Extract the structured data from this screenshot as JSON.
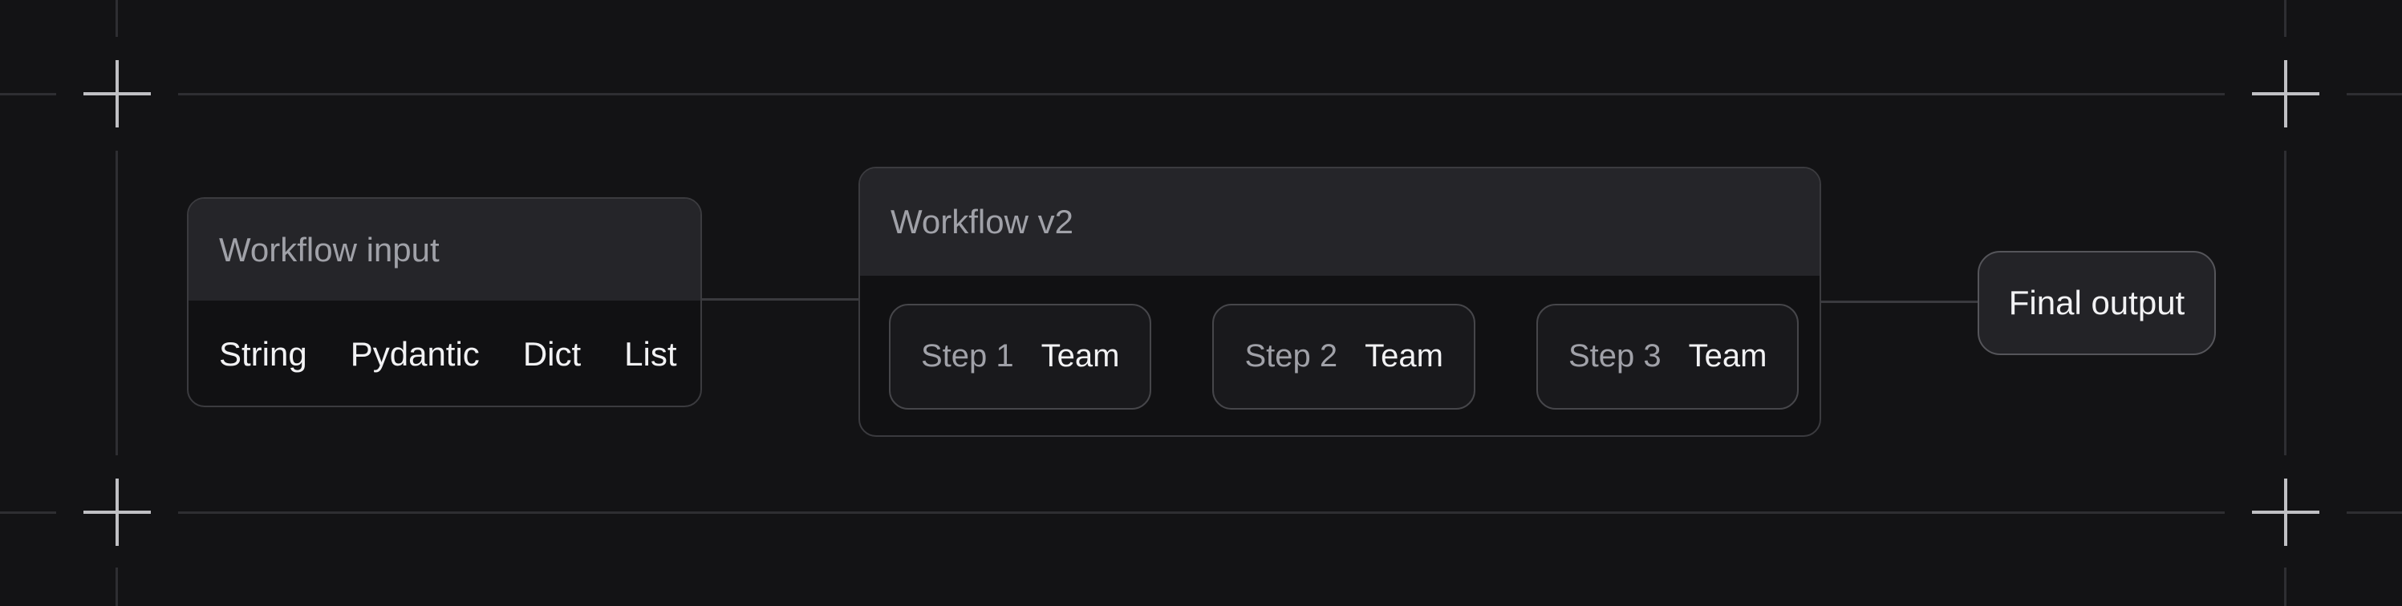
{
  "diagram": {
    "workflow_input": {
      "title": "Workflow input",
      "items": [
        "String",
        "Pydantic",
        "Dict",
        "List"
      ]
    },
    "workflow_v2": {
      "title": "Workflow v2",
      "steps": [
        {
          "label": "Step 1",
          "type": "Team"
        },
        {
          "label": "Step 2",
          "type": "Team"
        },
        {
          "label": "Step 3",
          "type": "Team"
        }
      ]
    },
    "final_output": {
      "label": "Final output"
    }
  },
  "colors": {
    "page_bg": "#131315",
    "node_bg": "#111113",
    "node_header_bg": "#252529",
    "node_border": "#3b3b3f",
    "chip_bg": "#19191c",
    "chip_border": "#46464a",
    "final_bg": "#232327",
    "final_border": "#55555a",
    "muted_text": "#a0a1a8",
    "bright_text": "#f2f2f4",
    "connector": "#3a3a3e",
    "guide_line": "#2e2e32",
    "crosshair": "#c0c0c4"
  }
}
